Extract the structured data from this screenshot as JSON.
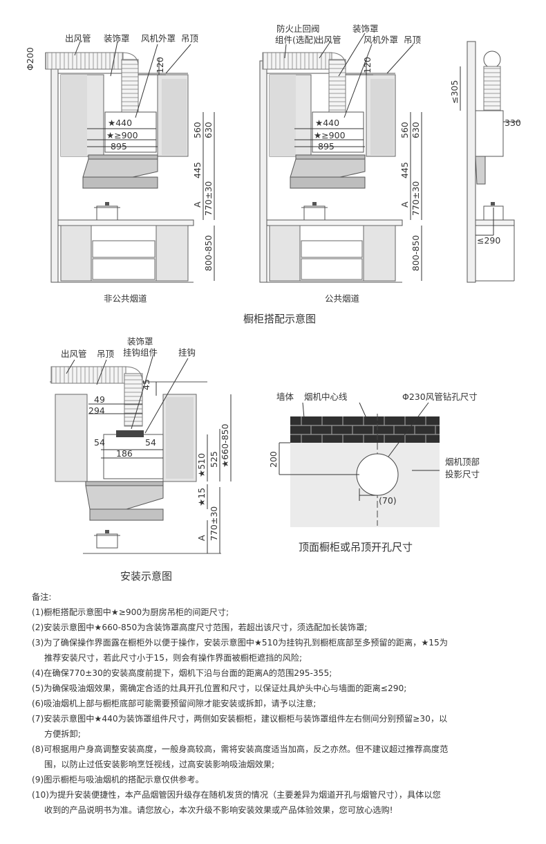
{
  "diagram1": {
    "labels": {
      "outlet_pipe": "出风管",
      "decor_cover": "装饰罩",
      "fan_housing": "风机外罩",
      "ceiling": "吊顶",
      "fire_valve_l1": "防火止回阀",
      "fire_valve_l2": "组件(选配)",
      "phi200": "Φ200",
      "d120": "120",
      "star440": "★440",
      "star900": "★≥900",
      "w895": "895",
      "h560": "560",
      "h630": "630",
      "h445": "445",
      "a": "A",
      "h770": "770±30",
      "h800": "800-850",
      "le305": "≤305",
      "w330": "330",
      "le290": "≤290",
      "cap_left": "非公共烟道",
      "cap_mid": "公共烟道"
    },
    "title": "橱柜搭配示意图"
  },
  "diagram2": {
    "labels": {
      "outlet_pipe": "出风管",
      "ceiling": "吊顶",
      "decor_l1": "装饰罩",
      "decor_l2": "挂钩组件",
      "hook": "挂钩",
      "d45": "45",
      "d49": "49",
      "d294": "294",
      "d54a": "54",
      "d54b": "54",
      "d186": "186",
      "s510": "★510",
      "d525": "525",
      "s660": "★660-850",
      "s15": "★15",
      "a": "A",
      "h770": "770±30"
    },
    "title": "安装示意图"
  },
  "diagram3": {
    "labels": {
      "wall": "墙体",
      "center": "烟机中心线",
      "hole": "Φ230风管钻孔尺寸",
      "d200": "200",
      "proj_l1": "烟机顶部",
      "proj_l2": "投影尺寸",
      "d70": "(70)"
    },
    "title": "顶面橱柜或吊顶开孔尺寸"
  },
  "notes": {
    "heading": "备注:",
    "items": [
      "(1)橱柜搭配示意图中★≥900为厨房吊柜的间距尺寸;",
      "(2)安装示意图中★660-850为含装饰罩高度尺寸范围，若超出该尺寸，须选配加长装饰罩;",
      "(3)为了确保操作界面露在橱柜外以便于操作，安装示意图中★510为挂钩孔到橱柜底部至多预留的距离，★15为",
      "推荐安装尺寸，若此尺寸小于15，则会有操作界面被橱柜遮挡的风险;",
      "(4)在确保770±30的安装高度前提下，烟机下沿与台面的距离A的范围295-355;",
      "(5)为确保吸油烟效果，需确定合适的灶具开孔位置和尺寸，以保证灶具炉头中心与墙面的距离≤290;",
      "(6)吸油烟机上部与橱柜底部可能需要预留间隙才能安装或拆卸，请予以注意;",
      "(7)安装示意图中★440为装饰罩组件尺寸，两侧如安装橱柜，建议橱柜与装饰罩组件左右侧间分别预留≥30，以",
      "方便拆卸;",
      "(8)可根据用户身高调整安装高度，一般身高较高，需将安装高度适当加高，反之亦然。但不建议超过推荐高度范",
      "围，以防止过低安装影响烹饪视线，过高安装影响吸油烟效果;",
      "(9)图示橱柜与吸油烟机的搭配示意仅供参考。",
      "(10)为提升安装便捷性，本产品烟管因升级存在随机发货的情况（主要差异为烟道开孔与烟管尺寸），具体以您",
      "收到的产品说明书为准。请您放心，本次升级不影响安装效果或产品体验效果，您可放心选购!"
    ]
  }
}
